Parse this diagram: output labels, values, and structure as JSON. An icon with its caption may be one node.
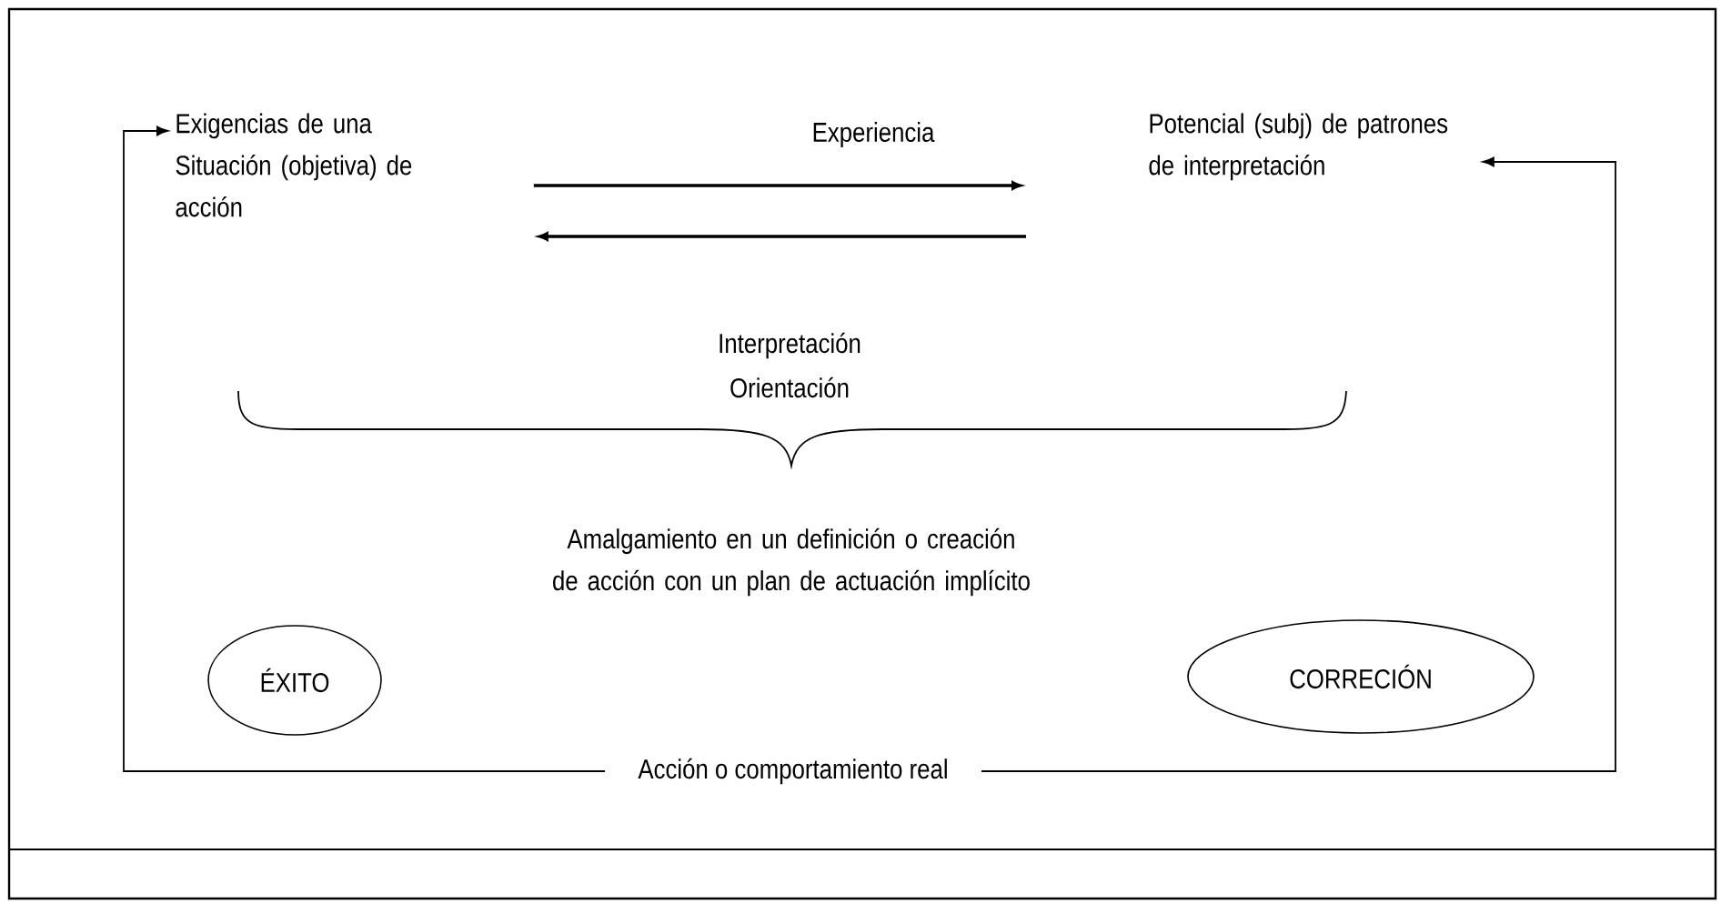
{
  "diagram": {
    "nodes": [
      {
        "text": [
          "Exigencias de una Situación (objetiva) de acción"
        ]
      },
      {
        "text": [
          "Potencial (subj) de patrones de interpretación"
        ]
      },
      {
        "text": [
          "ÉXITO"
        ]
      },
      {
        "text": [
          "CORRECIÓN"
        ]
      },
      {
        "text": [
          "Acción o comportamiento real"
        ]
      }
    ],
    "edges": [
      {
        "from": 0,
        "to": 1,
        "arrow": "to",
        "label": "Experiencia"
      },
      {
        "from": 1,
        "to": 0,
        "arrow": "to"
      },
      {
        "from": 4,
        "to": 0,
        "arrow": "to"
      },
      {
        "from": 4,
        "to": 1,
        "arrow": "to"
      }
    ],
    "labels": [
      "Interpretación",
      "Orientación",
      "Amalgamiento en un definición o creación de acción con un plan de actuación implícito"
    ]
  }
}
